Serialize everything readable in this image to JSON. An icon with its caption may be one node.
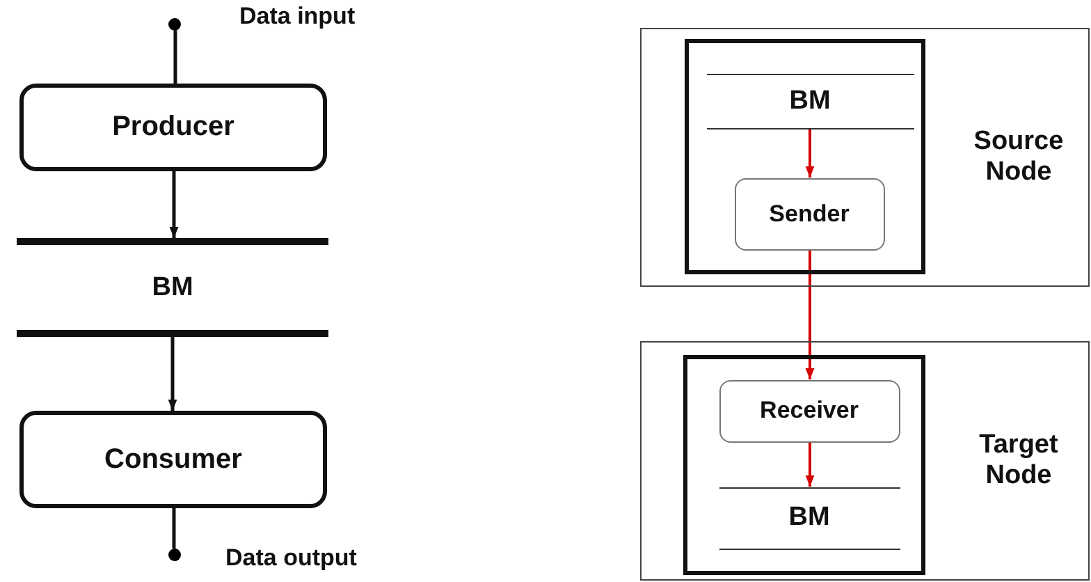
{
  "diagram": {
    "nodes": [
      {
        "text": [],
        "shape": "circle",
        "beside": [
          "Data input"
        ]
      },
      {
        "text": [
          "Producer"
        ]
      },
      {
        "text": [
          "BM"
        ]
      },
      {
        "text": [
          "Consumer"
        ]
      },
      {
        "text": [],
        "shape": "circle",
        "beside": [
          "Data output"
        ]
      },
      {
        "text": [
          "Source Node"
        ]
      },
      {
        "text": [],
        "shape": "box",
        "in": 5
      },
      {
        "text": [
          "BM"
        ],
        "in": 6
      },
      {
        "text": [
          "Sender"
        ],
        "in": 6
      },
      {
        "text": [
          "Target Node"
        ]
      },
      {
        "text": [],
        "shape": "box",
        "in": 9
      },
      {
        "text": [
          "Receiver"
        ],
        "in": 10
      },
      {
        "text": [
          "BM"
        ],
        "in": 10
      }
    ],
    "edges": [
      {
        "from": 0,
        "to": 1,
        "arrow": "none"
      },
      {
        "from": 1,
        "to": 2,
        "arrow": "to"
      },
      {
        "from": 2,
        "to": 3,
        "arrow": "to"
      },
      {
        "from": 3,
        "to": 4,
        "arrow": "none"
      },
      {
        "from": 7,
        "to": 8,
        "arrow": "to",
        "color": "#d40000"
      },
      {
        "from": 8,
        "to": 11,
        "arrow": "to",
        "color": "#d40000"
      },
      {
        "from": 11,
        "to": 12,
        "arrow": "to",
        "color": "#d40000"
      }
    ]
  }
}
